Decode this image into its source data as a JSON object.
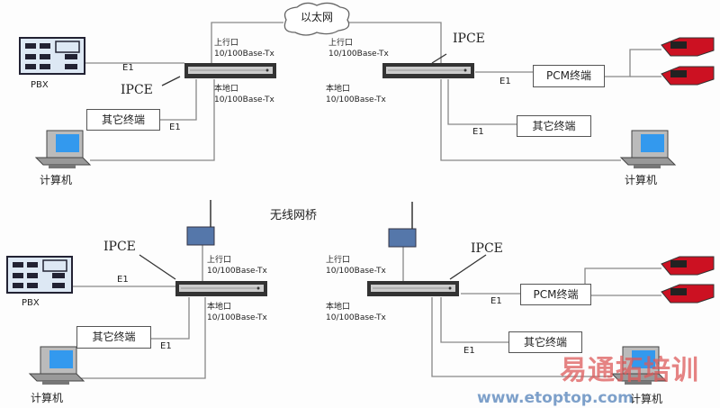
{
  "cloud": {
    "label": "以太网"
  },
  "wireless": {
    "label": "无线网桥"
  },
  "top_left": {
    "ipce": "IPCE",
    "pbx": "PBX",
    "e1_pbx": "E1",
    "e1_other": "E1",
    "other_terminal": "其它终端",
    "computer": "计算机",
    "uplink": "上行口",
    "uplink_type": "10/100Base-Tx",
    "local": "本地口",
    "local_type": "10/100Base-Tx"
  },
  "top_right": {
    "ipce": "IPCE",
    "pcm": "PCM终端",
    "e1_pcm": "E1",
    "e1_other": "E1",
    "other_terminal": "其它终端",
    "computer": "计算机",
    "uplink": "上行口",
    "uplink_type": "10/100Base-Tx",
    "local": "本地口",
    "local_type": "10/100Base-Tx"
  },
  "bottom_left": {
    "ipce": "IPCE",
    "pbx": "PBX",
    "e1_pbx": "E1",
    "e1_other": "E1",
    "other_terminal": "其它终端",
    "computer": "计算机",
    "uplink": "上行口",
    "uplink_type": "10/100Base-Tx",
    "local": "本地口",
    "local_type": "10/100Base-Tx"
  },
  "bottom_right": {
    "ipce": "IPCE",
    "pcm": "PCM终端",
    "e1_pcm": "E1",
    "e1_other": "E1",
    "other_terminal": "其它终端",
    "computer": "计算机",
    "uplink": "上行口",
    "uplink_type": "10/100Base-Tx",
    "local": "本地口",
    "local_type": "10/100Base-Tx"
  },
  "watermark": {
    "text": "易通拓培训",
    "url": "www.etoptop.com"
  },
  "colors": {
    "phone": "#cc1122",
    "screen": "#3399ee",
    "pbx": "#dde8f4",
    "wireless": "#5577aa",
    "line": "#888888"
  }
}
